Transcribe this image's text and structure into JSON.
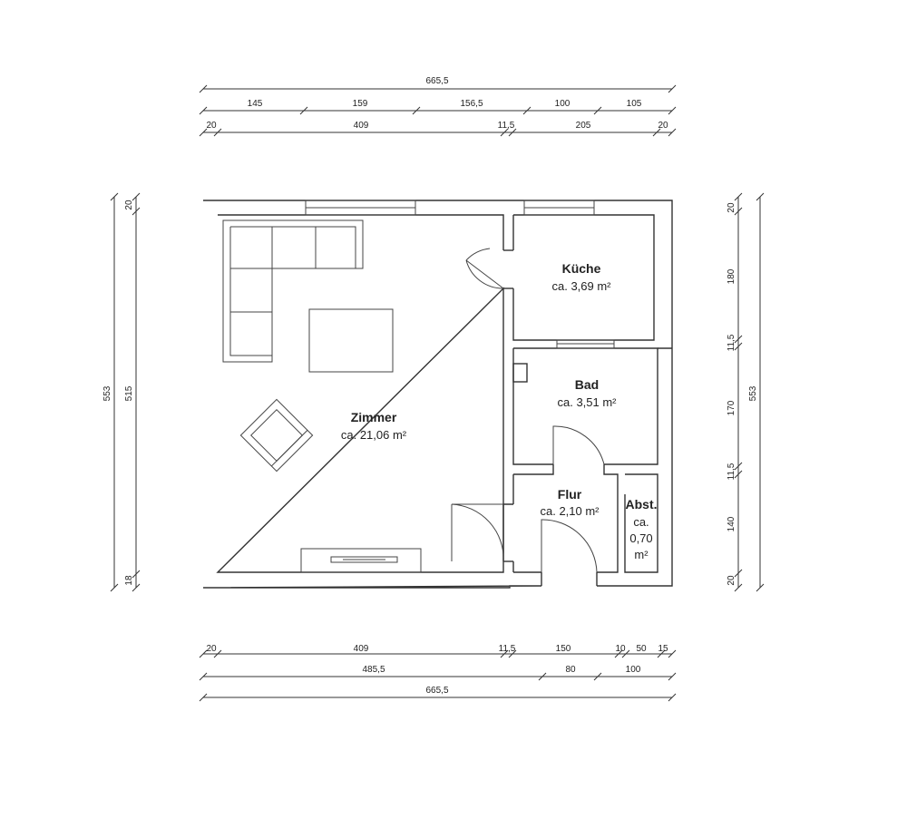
{
  "dimensions": {
    "top_total": "665,5",
    "top_row1": [
      "145",
      "159",
      "156,5",
      "100",
      "105"
    ],
    "top_row2": [
      "20",
      "409",
      "11,5",
      "205",
      "20"
    ],
    "bottom_row1": [
      "20",
      "409",
      "11,5",
      "150",
      "10",
      "50",
      "15"
    ],
    "bottom_row2": [
      "485,5",
      "80",
      "100"
    ],
    "bottom_total": "665,5",
    "left_outer": "553",
    "left_inner": [
      "20",
      "515",
      "18"
    ],
    "right_inner": [
      "20",
      "180",
      "11,5",
      "170",
      "11,5",
      "140",
      "20"
    ],
    "right_outer": "553"
  },
  "rooms": {
    "zimmer": {
      "name": "Zimmer",
      "area": "ca. 21,06 m²"
    },
    "kueche": {
      "name": "Küche",
      "area": "ca. 3,69 m²"
    },
    "bad": {
      "name": "Bad",
      "area": "ca. 3,51 m²"
    },
    "flur": {
      "name": "Flur",
      "area": "ca. 2,10 m²"
    },
    "abst": {
      "name": "Abst.",
      "area_line1": "ca.",
      "area_line2": "0,70",
      "area_line3": "m²"
    }
  }
}
